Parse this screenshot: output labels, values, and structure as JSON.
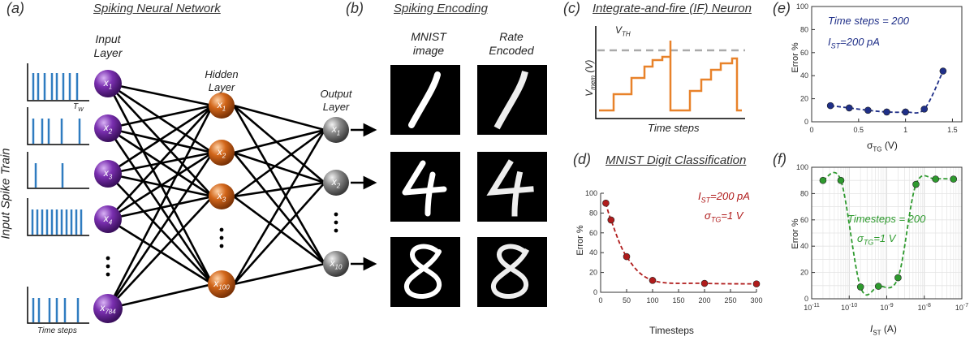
{
  "panels": {
    "a": {
      "letter": "(a)",
      "title": "Spiking Neural Network",
      "input_spike_train_label": "Input Spike Train",
      "input_layer_label": [
        "Input",
        "Layer"
      ],
      "hidden_layer_label": [
        "Hidden",
        "Layer"
      ],
      "output_layer_label": [
        "Output",
        "Layer"
      ],
      "tw_label": "T",
      "tw_sub": "W",
      "time_steps_label": "Time steps",
      "input_neurons": [
        {
          "base": "x",
          "sub": "1"
        },
        {
          "base": "x",
          "sub": "2"
        },
        {
          "base": "x",
          "sub": "3"
        },
        {
          "base": "x",
          "sub": "4"
        },
        {
          "base": "x",
          "sub": "784"
        }
      ],
      "hidden_neurons": [
        {
          "base": "x",
          "sub": "1"
        },
        {
          "base": "x",
          "sub": "2"
        },
        {
          "base": "x",
          "sub": "3"
        },
        {
          "base": "x",
          "sub": "100"
        }
      ],
      "output_neurons": [
        {
          "base": "x",
          "sub": "1"
        },
        {
          "base": "x",
          "sub": "2"
        },
        {
          "base": "x",
          "sub": "10"
        }
      ],
      "colors": {
        "input": "#7a2fb0",
        "hidden": "#d2661a",
        "output": "#8a8a8a",
        "spike": "#2f7cc0"
      }
    },
    "b": {
      "letter": "(b)",
      "title": "Spiking Encoding",
      "col1_label": [
        "MNIST",
        "image"
      ],
      "col2_label": [
        "Rate",
        "Encoded"
      ],
      "digits": [
        "1",
        "4",
        "8"
      ]
    },
    "c": {
      "letter": "(c)",
      "title": "Integrate-and-fire (IF) Neuron",
      "vth_label": "V",
      "vth_sub": "TH",
      "ylabel": "V",
      "ylabel_sub": "mem",
      "ylabel_unit": "(V)",
      "xlabel": "Time steps",
      "trace_color": "#e8822a"
    }
  },
  "chart_data": [
    {
      "panel": "(d)",
      "type": "scatter",
      "title": "MNIST Digit Classification",
      "xlabel": "Timesteps",
      "ylabel": "Error %",
      "xlim": [
        0,
        300
      ],
      "ylim": [
        0,
        100
      ],
      "xticks": [
        "0",
        "50",
        "100",
        "150",
        "200",
        "250",
        "300"
      ],
      "yticks": [
        "0",
        "20",
        "40",
        "60",
        "80",
        "100"
      ],
      "x": [
        10,
        20,
        50,
        100,
        200,
        300
      ],
      "y": [
        90,
        73,
        36,
        12,
        9,
        8.5
      ],
      "annotation_line1": {
        "base": "I",
        "sub": "ST",
        "rest": "=200 pA"
      },
      "annotation_line2": {
        "base": "σ",
        "sub": "TG",
        "rest": "=1 V"
      },
      "color": "#b01c1c"
    },
    {
      "panel": "(e)",
      "type": "scatter",
      "xlabel": "σ",
      "xlabel_sub": "TG",
      "xlabel_unit": "(V)",
      "ylabel": "Error %",
      "xlim": [
        0,
        1.6
      ],
      "ylim": [
        0,
        100
      ],
      "xticks": [
        "0",
        "0.5",
        "1",
        "1.5"
      ],
      "yticks": [
        "0",
        "20",
        "40",
        "60",
        "80",
        "100"
      ],
      "x": [
        0.2,
        0.4,
        0.6,
        0.8,
        1.0,
        1.2,
        1.4
      ],
      "y": [
        14,
        12,
        10,
        8.5,
        8.5,
        11,
        44
      ],
      "annotation_line1": {
        "base": "Time steps = 200",
        "sub": "",
        "rest": ""
      },
      "annotation_line2": {
        "base": "I",
        "sub": "ST",
        "rest": "=200 pA"
      },
      "color": "#1f2f88"
    },
    {
      "panel": "(f)",
      "type": "scatter",
      "xscale": "log",
      "xlabel": "I",
      "xlabel_sub": "ST",
      "xlabel_unit": "(A)",
      "ylabel": "Error %",
      "xlim": [
        1e-11,
        1e-07
      ],
      "ylim": [
        0,
        100
      ],
      "xticks": [
        {
          "b": "10",
          "e": "-11"
        },
        {
          "b": "10",
          "e": "-10"
        },
        {
          "b": "10",
          "e": "-9"
        },
        {
          "b": "10",
          "e": "-8"
        },
        {
          "b": "10",
          "e": "-7"
        }
      ],
      "yticks": [
        "0",
        "20",
        "40",
        "60",
        "80",
        "100"
      ],
      "x": [
        2e-11,
        6e-11,
        2e-10,
        6e-10,
        2e-09,
        6e-09,
        2e-08,
        6e-08
      ],
      "y": [
        90,
        90,
        9,
        9.5,
        16,
        87,
        91,
        91
      ],
      "annotation_line1": {
        "base": "Timesteps = 200",
        "sub": "",
        "rest": ""
      },
      "annotation_line2": {
        "base": "σ",
        "sub": "TG",
        "rest": "=1 V"
      },
      "color": "#2e9a2e"
    }
  ]
}
